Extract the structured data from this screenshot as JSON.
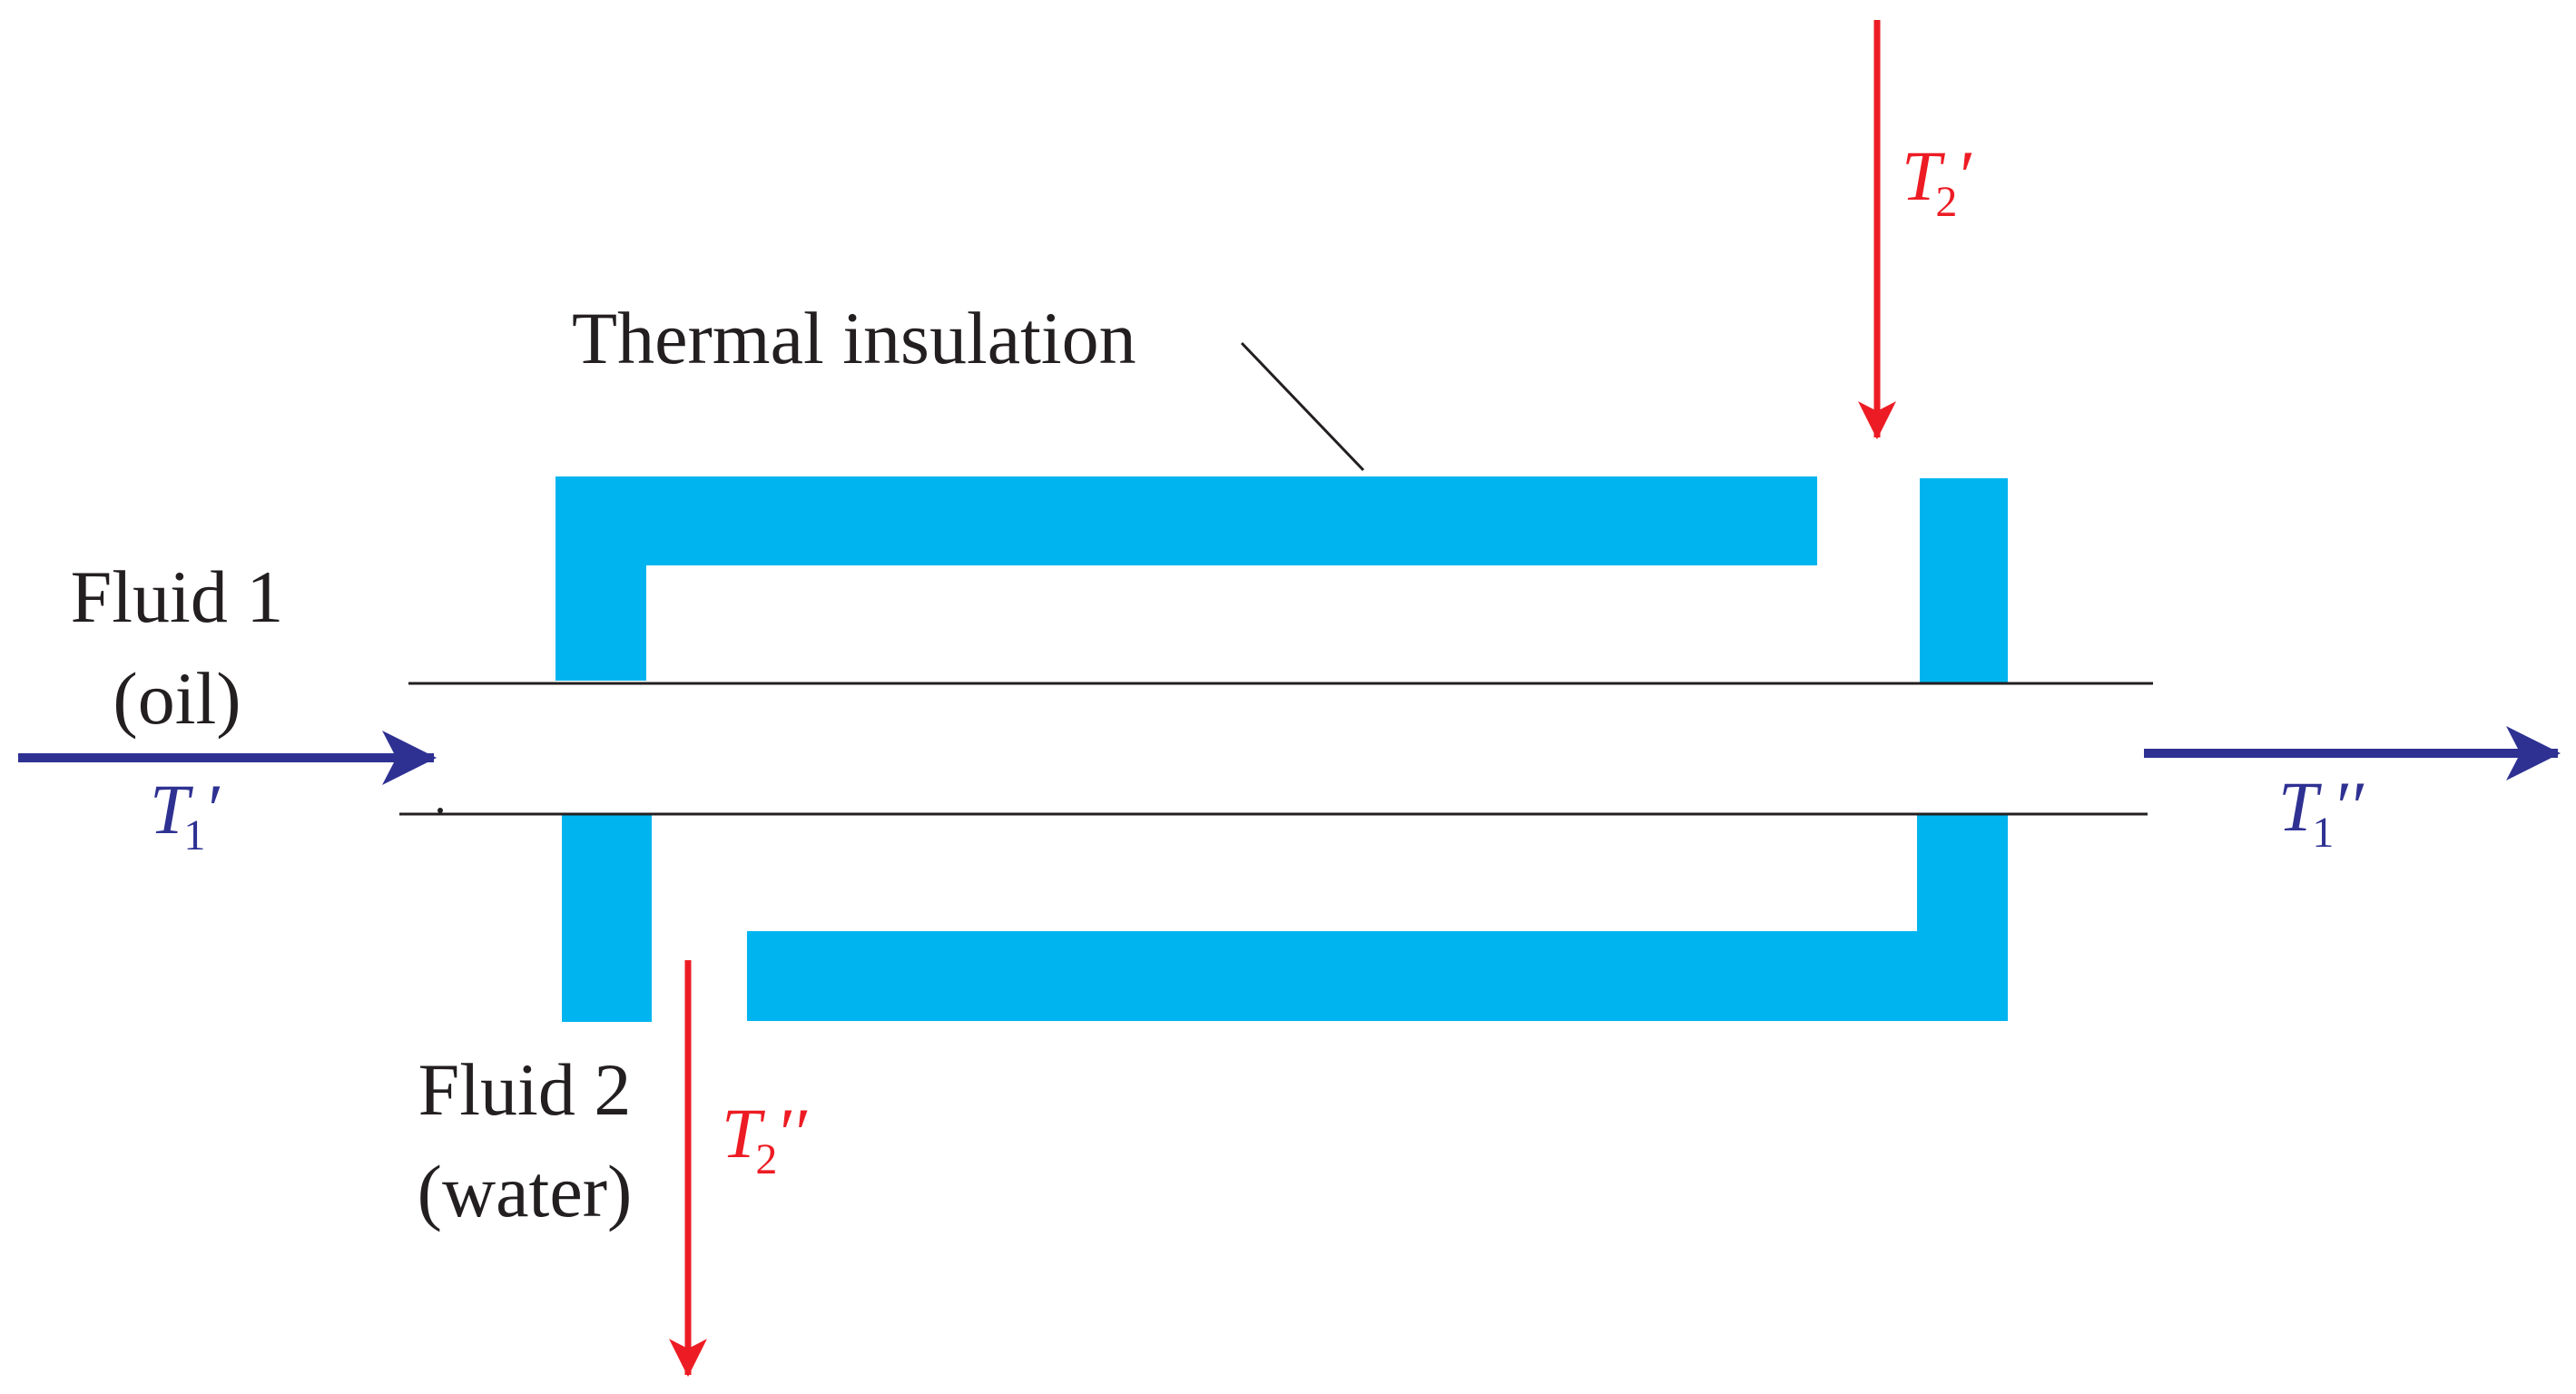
{
  "labels": {
    "insulation": "Thermal insulation",
    "fluid1_name": "Fluid 1",
    "fluid1_sub": "(oil)",
    "fluid2_name": "Fluid 2",
    "fluid2_sub": "(water)"
  },
  "temperatures": {
    "t1_in": {
      "symbol": "T",
      "index": "1",
      "prime": "′"
    },
    "t1_out": {
      "symbol": "T",
      "index": "1",
      "prime": "′′"
    },
    "t2_in": {
      "symbol": "T",
      "index": "2",
      "prime": "′"
    },
    "t2_out": {
      "symbol": "T",
      "index": "2",
      "prime": "′′"
    }
  },
  "colors": {
    "insulation": "#00b5ef",
    "fluid1_arrow": "#2e3192",
    "fluid2_arrow": "#ed1c24",
    "text": "#231f20",
    "line": "#231f20"
  }
}
